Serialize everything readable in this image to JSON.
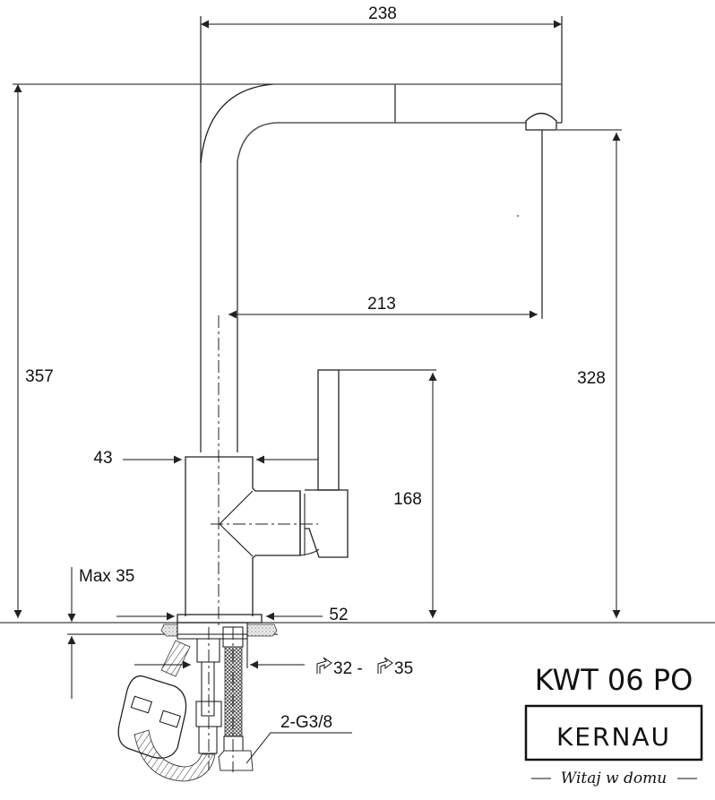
{
  "dimensions": {
    "spout_reach_total": "238",
    "spout_reach": "213",
    "total_height": "357",
    "spout_height": "328",
    "handle_height": "168",
    "body_diameter": "43",
    "base_diameter": "52",
    "max_counter_thickness": "Max 35",
    "hole_diameter": "32 - ",
    "hole_diameter_max": "35",
    "connection": "2-G3/8"
  },
  "product": {
    "model": "KWT 06 PO",
    "brand": "KERNAU",
    "slogan": "Witaj w domu"
  }
}
